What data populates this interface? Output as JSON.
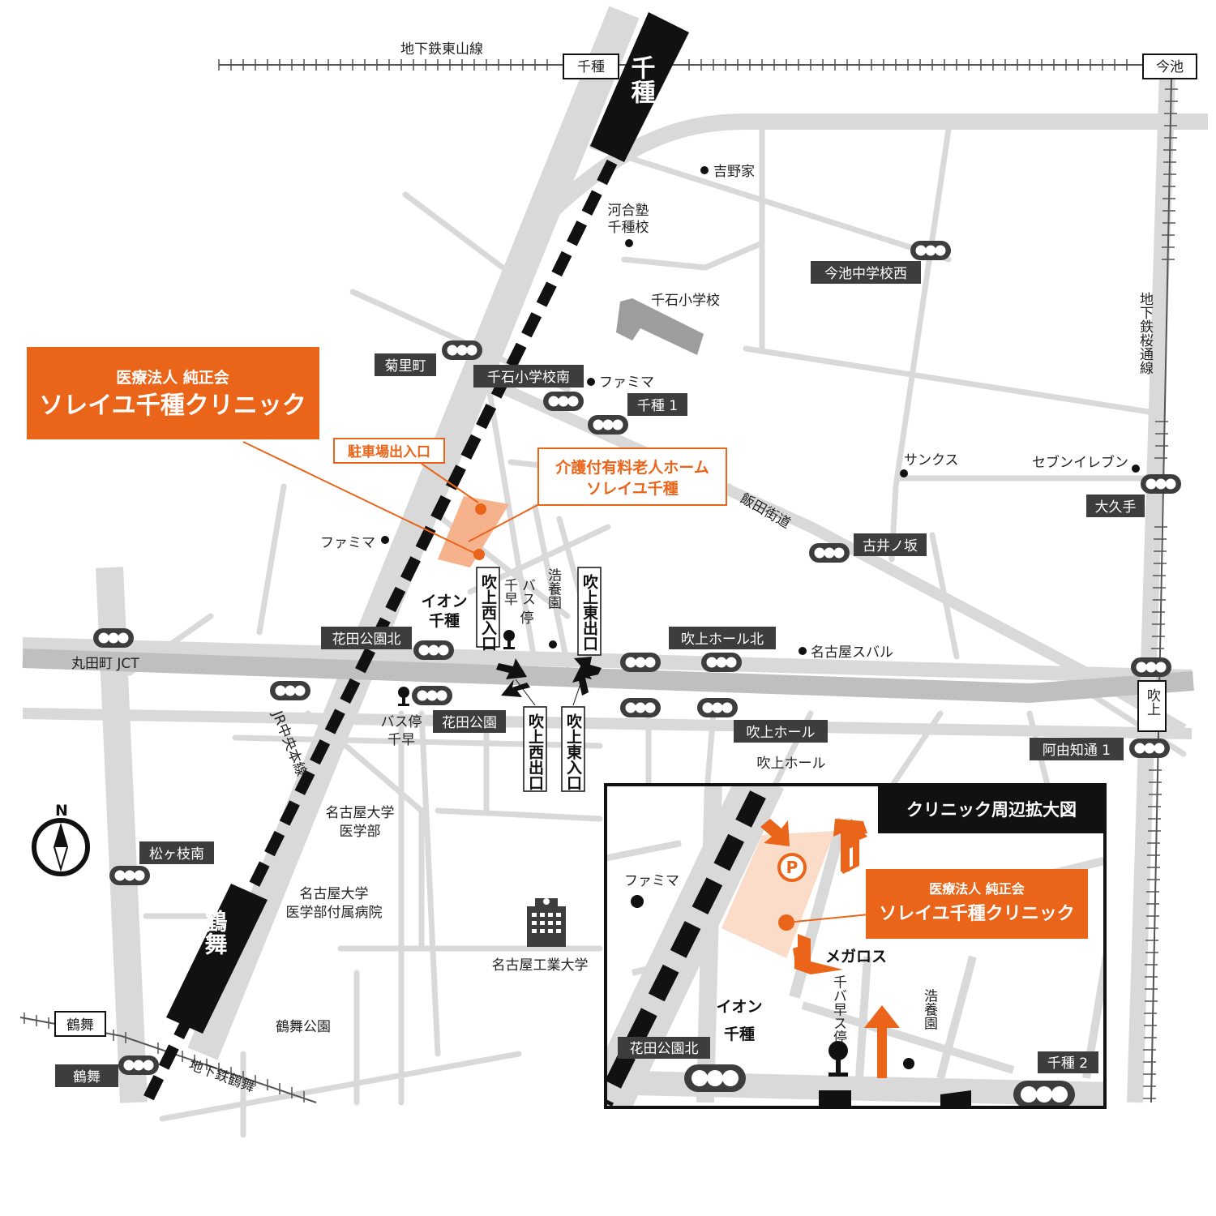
{
  "colors": {
    "road": "#d9d9d9",
    "orange": "#ea6519",
    "lightorange": "#f6b28d",
    "palebuild": "#fbdcc9",
    "dark": "#3d3d3d",
    "black": "#111111"
  },
  "lines": {
    "higashiyama": "地下鉄東山線",
    "sakuradori": "地下鉄桜通線",
    "chuo": "JR中央本線",
    "tsurumai_sub": "地下鉄鶴舞"
  },
  "stations": {
    "chikusa_big": "千種",
    "tsurumai_big": "鶴舞",
    "chikusa_box": "千種",
    "imaike_box": "今池",
    "fukiage_box": "吹上",
    "tsurumai_box": "鶴舞",
    "tsurumai_dark": "鶴舞"
  },
  "clinic": {
    "org": "医療法人 純正会",
    "name": "ソレイユ千種クリニック"
  },
  "nursing_home": {
    "line1": "介護付有料老人ホーム",
    "line2": "ソレイユ千種"
  },
  "parking": "駐車場出入口",
  "road_name": "飯田街道",
  "ramps": {
    "west_in": "吹上西入口",
    "east_out": "吹上東出口",
    "west_out": "吹上西出口",
    "east_in": "吹上東入口"
  },
  "intersections": {
    "kikusato": "菊里町",
    "senseki_south": "千石小学校南",
    "chikusa1": "千種 1",
    "imaike_jhs": "今池中学校西",
    "furuino": "古井ノ坂",
    "okute": "大久手",
    "hanada_n": "花田公園北",
    "hanada": "花田公園",
    "fukiage_hall_n": "吹上ホール北",
    "fukiage_hall": "吹上ホール",
    "ayuchi1": "阿由知通 1",
    "matsugae_s": "松ヶ枝南",
    "tsurumai": "鶴舞"
  },
  "landmarks": {
    "yoshinoya": "吉野家",
    "kawai1": "河合塾",
    "kawai2": "千種校",
    "senseki": "千石小学校",
    "famima1": "ファミマ",
    "famima2": "ファミマ",
    "sunkus": "サンクス",
    "seven": "セブンイレブン",
    "aeon1": "イオン",
    "aeon2": "千種",
    "bus_a": "バス",
    "bus_b": "停",
    "bus_c": "千早",
    "koyoen": "浩養園",
    "nagoya_subaru": "名古屋スバル",
    "jct": "丸田町 JCT",
    "bus_stop2": "バス停",
    "chihaya2": "千早",
    "fukiage_hall_lm": "吹上ホール",
    "nu_med1": "名古屋大学",
    "nu_med2": "医学部",
    "nu_hosp1": "名古屋大学",
    "nu_hosp2": "医学部付属病院",
    "nit": "名古屋工業大学",
    "tsurumai_park": "鶴舞公園",
    "north": "N"
  },
  "inset": {
    "title": "クリニック周辺拡大図",
    "famima": "ファミマ",
    "megaros": "メガロス",
    "aeon1": "イオン",
    "aeon2": "千種",
    "bus": "千バ早ス停",
    "koyoen": "浩養園",
    "hanada_n": "花田公園北",
    "chikusa2": "千種 2",
    "org": "医療法人 純正会",
    "clinic": "ソレイユ千種クリニック",
    "parking_symbol": "P"
  }
}
